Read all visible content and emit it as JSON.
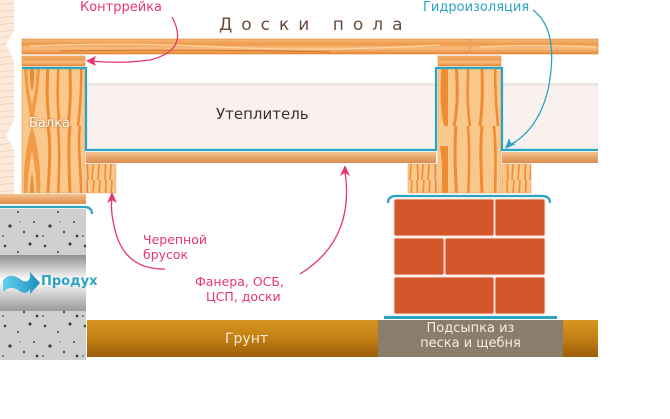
{
  "diagram": {
    "title": "Доски пола",
    "labels": {
      "counter_batten": "Контррейка",
      "waterproofing": "Гидроизоляция",
      "insulation": "Утеплитель",
      "beam": "Балка",
      "cranial_bar_line1": "Черепной",
      "cranial_bar_line2": "брусок",
      "subfloor_line1": "Фанера, ОСБ,",
      "subfloor_line2": "ЦСП, доски",
      "vent": "Продух",
      "ground": "Грунт",
      "sand_bed_line1": "Подсыпка из",
      "sand_bed_line2": "песка и щебня"
    },
    "colors": {
      "wood_light": "#f9c88a",
      "wood_mid": "#f0a55a",
      "wood_dark": "#e4893a",
      "membrane": "#2aa3c4",
      "insulation": "#f8f1ee",
      "brick": "#d4562b",
      "ground": "#c27f14",
      "sand": "#8b7d6b",
      "concrete": "#c9c9c9",
      "callout_pink": "#e8356b",
      "callout_blue": "#2aa3c4"
    }
  }
}
